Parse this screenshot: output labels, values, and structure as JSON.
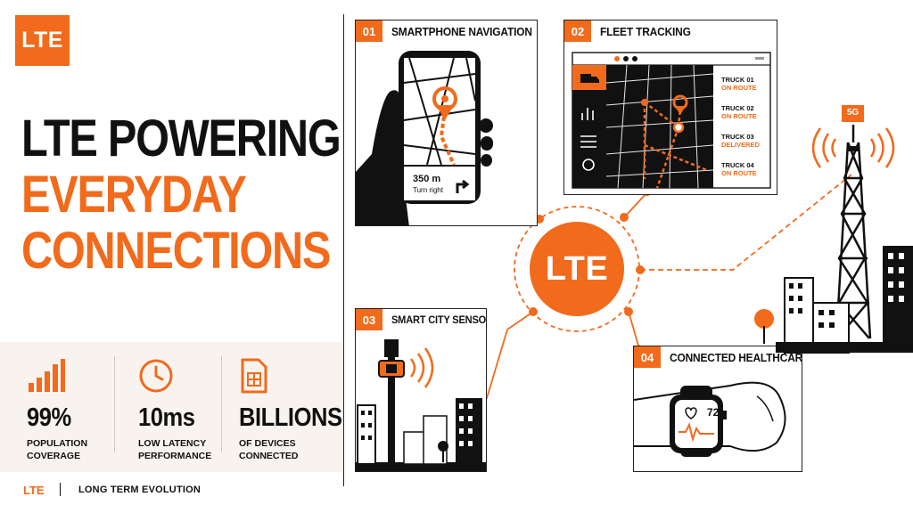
{
  "brand": {
    "logo_text": "LTE",
    "accent": "#f26a1b",
    "dark": "#111111",
    "panel_bg": "#f9f3ef"
  },
  "headline": {
    "line1": "LTE POWERING",
    "line2": "EVERYDAY",
    "line3": "CONNECTIONS"
  },
  "stats": [
    {
      "icon": "signal-bars-icon",
      "value": "99%",
      "label_line1": "POPULATION",
      "label_line2": "COVERAGE"
    },
    {
      "icon": "clock-icon",
      "value": "10ms",
      "label_line1": "LOW LATENCY",
      "label_line2": "PERFORMANCE"
    },
    {
      "icon": "sim-card-icon",
      "value": "BILLIONS",
      "label_line1": "OF DEVICES",
      "label_line2": "CONNECTED"
    }
  ],
  "footer": {
    "lte": "LTE",
    "text": "LONG TERM EVOLUTION"
  },
  "hub": {
    "label": "LTE"
  },
  "cards": {
    "c1": {
      "num": "01",
      "title": "SMARTPHONE NAVIGATION",
      "distance": "350 m",
      "instruction": "Turn right"
    },
    "c2": {
      "num": "02",
      "title": "FLEET TRACKING",
      "trucks": [
        {
          "name": "TRUCK 01",
          "status": "ON ROUTE"
        },
        {
          "name": "TRUCK 02",
          "status": "ON ROUTE"
        },
        {
          "name": "TRUCK 03",
          "status": "DELIVERED"
        },
        {
          "name": "TRUCK 04",
          "status": "ON ROUTE"
        }
      ]
    },
    "c3": {
      "num": "03",
      "title": "SMART CITY SENSOR"
    },
    "c4": {
      "num": "04",
      "title": "CONNECTED HEALTHCARE",
      "heart_rate": "72"
    }
  },
  "tower": {
    "badge": "5G"
  }
}
